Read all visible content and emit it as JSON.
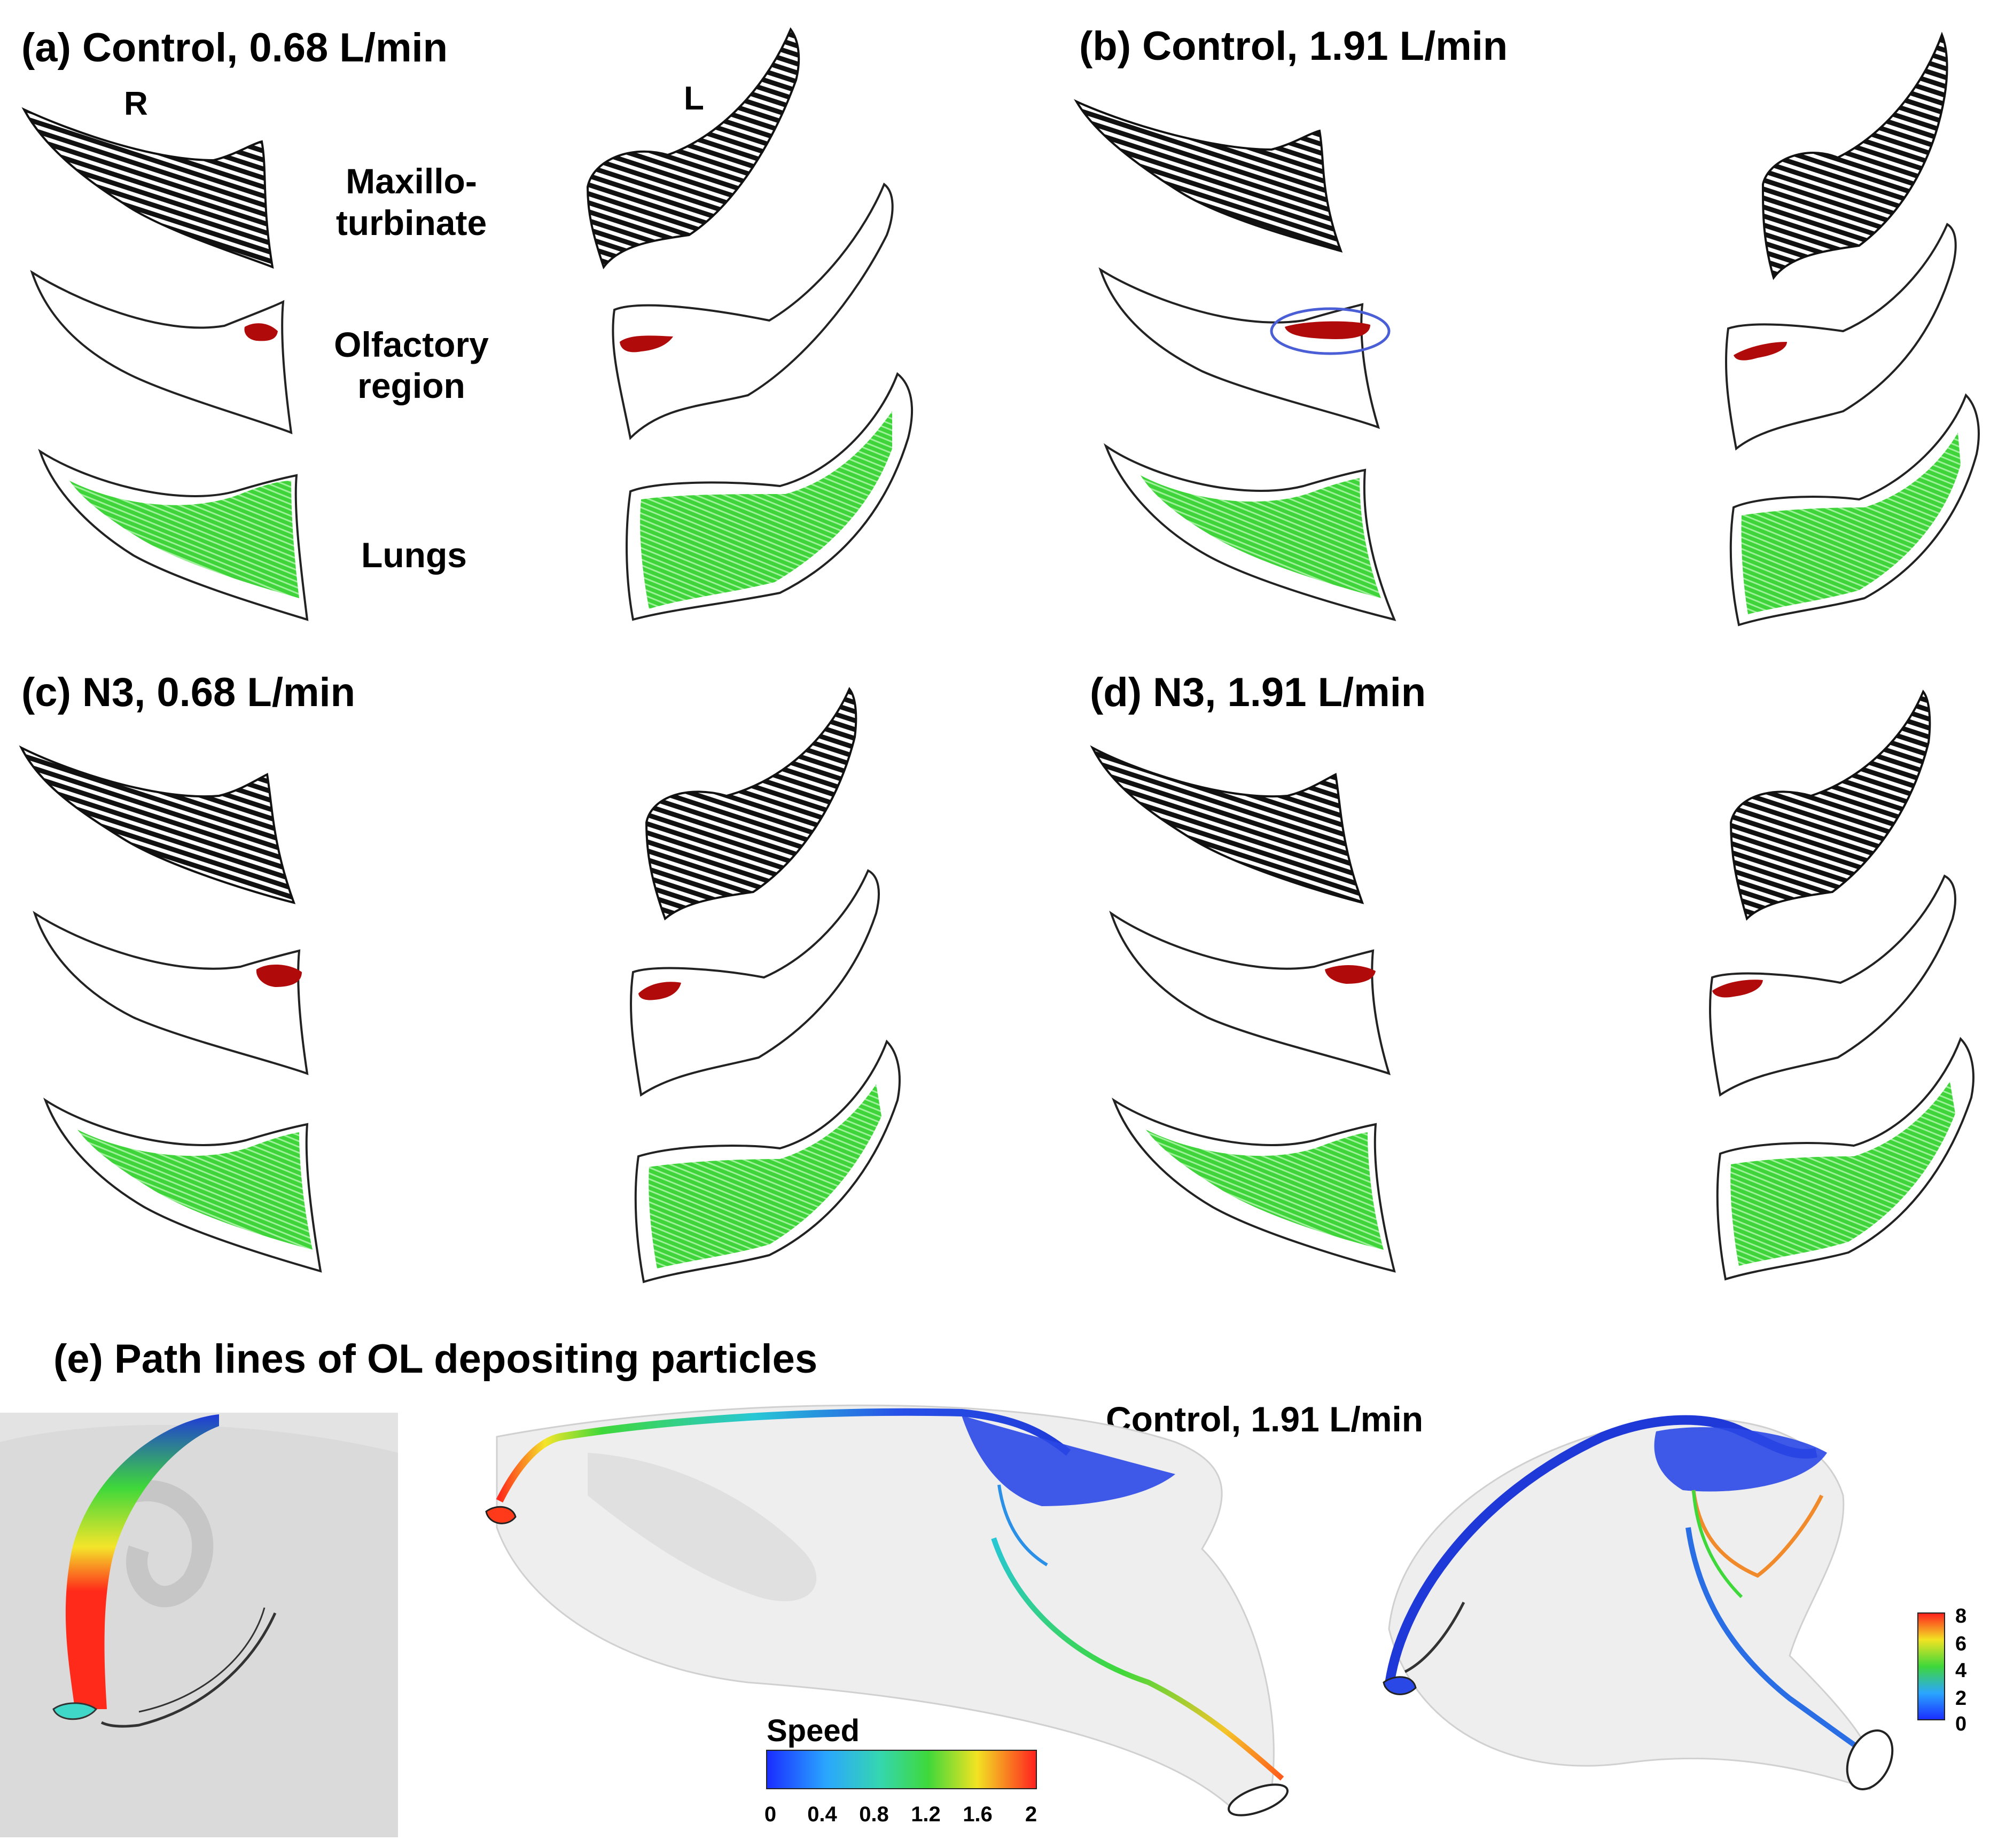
{
  "colors": {
    "maxillo": "#111111",
    "olfactory": "#b00a0a",
    "lungs": "#22c81e",
    "highlight_ring": "#4a5fd6",
    "outline": "#222222",
    "airway_gray": "#cfcfcf"
  },
  "labels": {
    "side_right": "R",
    "side_left": "L",
    "row1_line1": "Maxillo-",
    "row1_line2": "turbinate",
    "row2_line1": "Olfactory",
    "row2_line2": "region",
    "row3": "Lungs"
  },
  "panels": [
    {
      "id": "a",
      "title": "(a) Control, 0.68 L/min"
    },
    {
      "id": "b",
      "title": "(b) Control, 1.91 L/min"
    },
    {
      "id": "c",
      "title": "(c)  N3, 0.68 L/min"
    },
    {
      "id": "d",
      "title": "(d)  N3, 1.91 L/min"
    }
  ],
  "panel_e": {
    "title": "(e) Path lines of OL depositing particles",
    "subtitle": "Control, 1.91 L/min",
    "speed_bar": {
      "label": "Speed",
      "ticks": [
        "0",
        "0.4",
        "0.8",
        "1.2",
        "1.6",
        "2"
      ]
    },
    "side_bar": {
      "ticks": [
        "8",
        "6",
        "4",
        "2",
        "0"
      ]
    }
  }
}
